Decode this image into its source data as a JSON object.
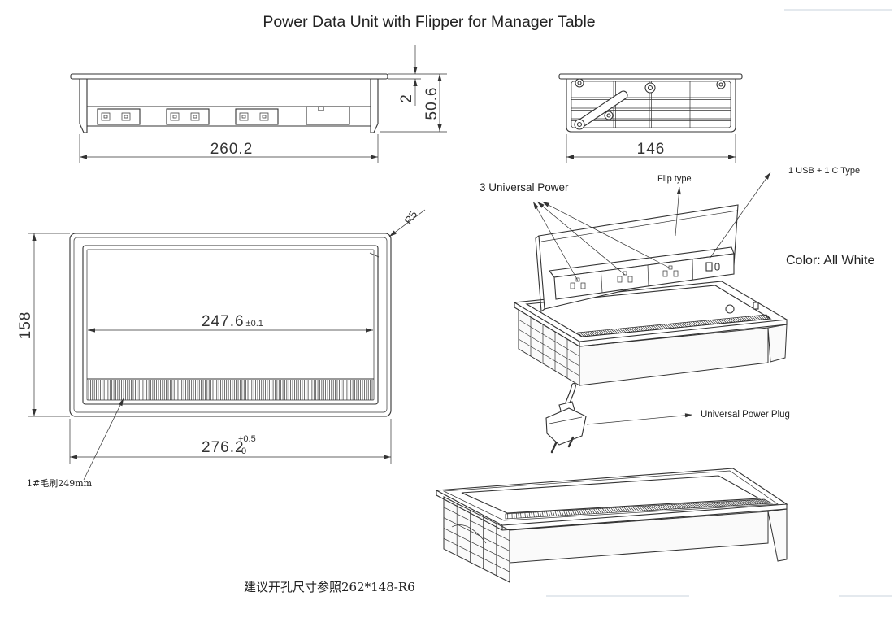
{
  "title": "Power Data Unit with Flipper for Manager Table",
  "colors": {
    "line": "#333333",
    "background": "#ffffff"
  },
  "front_view": {
    "width_dim": "260.2",
    "height_dim": "50.6",
    "flange_dim": "2"
  },
  "side_view": {
    "depth_dim": "146"
  },
  "plan_view": {
    "radius_label": "R5",
    "height_dim": "158",
    "inner_width": "247.6",
    "inner_tolerance": "±0.1",
    "outer_width": "276.2",
    "outer_tol_upper": "+0.5",
    "outer_tol_lower": "0",
    "brush_label": "1#毛刷249mm"
  },
  "callouts": {
    "sockets": "3 Universal Power",
    "flip": "Flip type",
    "usb": "1 USB + 1 C Type",
    "color": "Color: All White",
    "plug": "Universal Power Plug"
  },
  "icons": {
    "socket": "universal-socket-icon",
    "usb": "usb-port-icon",
    "usb_c": "usb-c-port-icon",
    "plug": "power-plug-icon"
  },
  "cutout_note": "建议开孔尺寸参照262*148-R6"
}
